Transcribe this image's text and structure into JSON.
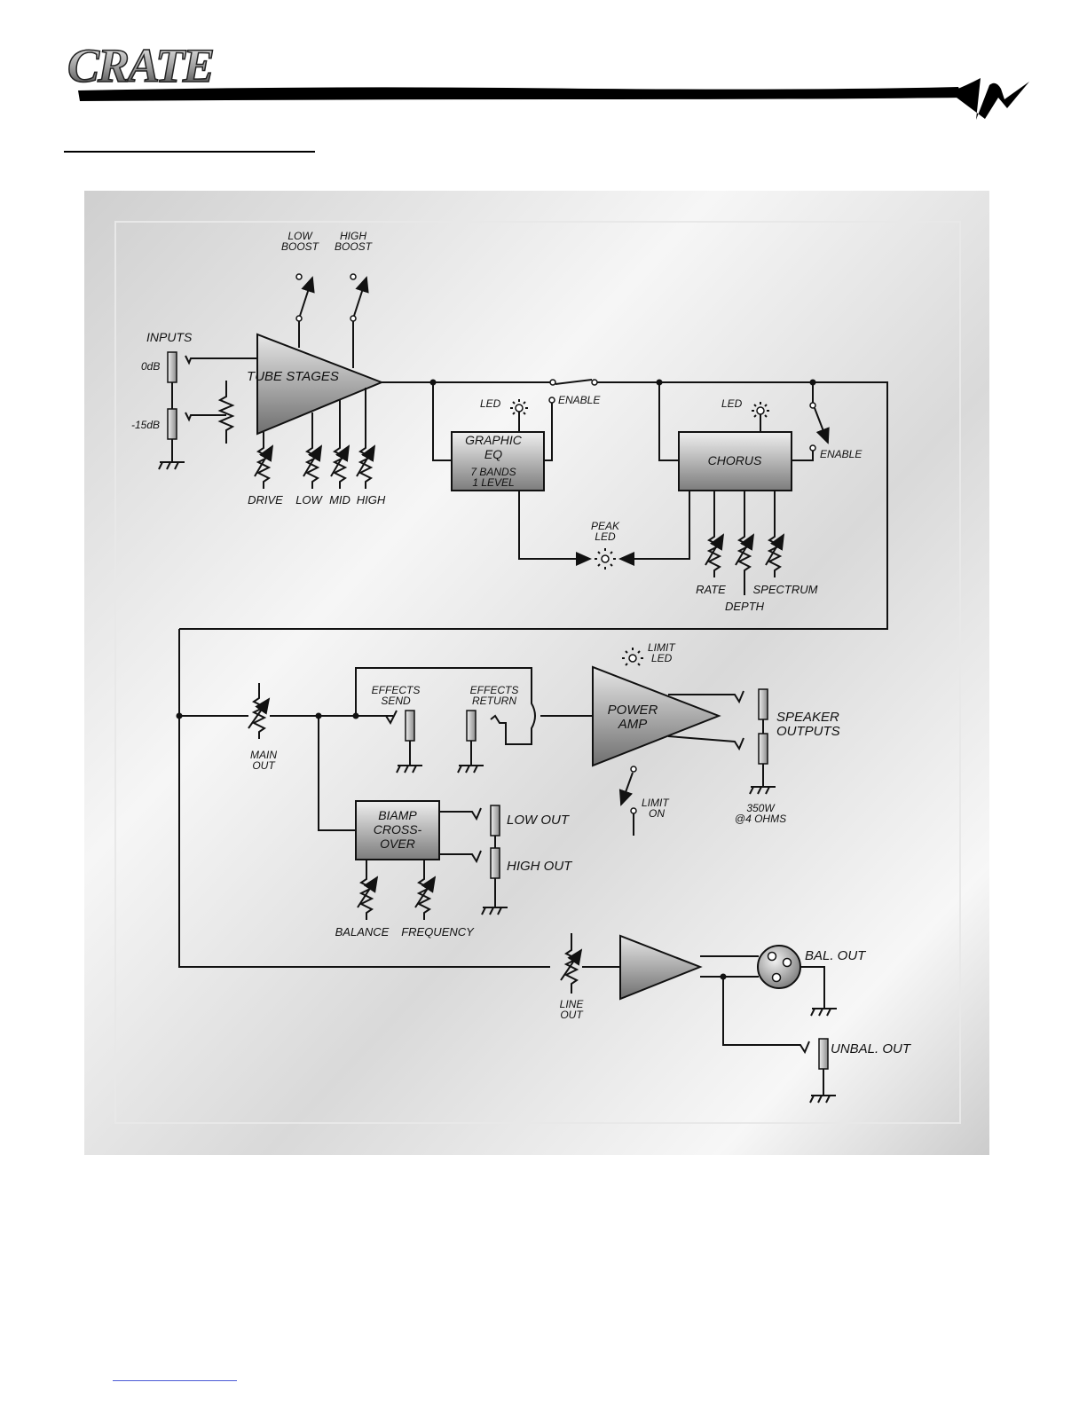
{
  "header": {
    "logo_text": "CRATE"
  },
  "diagram": {
    "tube_stages": "TUBE STAGES",
    "inputs": "INPUTS",
    "in_0db": "0dB",
    "in_15db": "-15dB",
    "low_boost": [
      "LOW",
      "BOOST"
    ],
    "high_boost": [
      "HIGH",
      "BOOST"
    ],
    "drive": "DRIVE",
    "low": "LOW",
    "mid": "MID",
    "high": "HIGH",
    "led": "LED",
    "enable": "ENABLE",
    "graphic_eq": [
      "GRAPHIC",
      "EQ"
    ],
    "eq_bands": [
      "7 BANDS",
      "1 LEVEL"
    ],
    "chorus": "CHORUS",
    "peak_led": [
      "PEAK",
      "LED"
    ],
    "rate": "RATE",
    "depth": "DEPTH",
    "spectrum": "SPECTRUM",
    "main_out": [
      "MAIN",
      "OUT"
    ],
    "effects_send": [
      "EFFECTS",
      "SEND"
    ],
    "effects_return": [
      "EFFECTS",
      "RETURN"
    ],
    "power_amp": [
      "POWER",
      "AMP"
    ],
    "limit_led": [
      "LIMIT",
      "LED"
    ],
    "limit_on": [
      "LIMIT",
      "ON"
    ],
    "speaker_outputs": [
      "SPEAKER",
      "OUTPUTS"
    ],
    "power_rating": [
      "350W",
      "@4 OHMS"
    ],
    "biamp": [
      "BIAMP",
      "CROSS-",
      "OVER"
    ],
    "low_out": "LOW OUT",
    "high_out": "HIGH OUT",
    "balance": "BALANCE",
    "frequency": "FREQUENCY",
    "line_out": [
      "LINE",
      "OUT"
    ],
    "bal_out": "BAL. OUT",
    "unbal_out": "UNBAL. OUT"
  }
}
